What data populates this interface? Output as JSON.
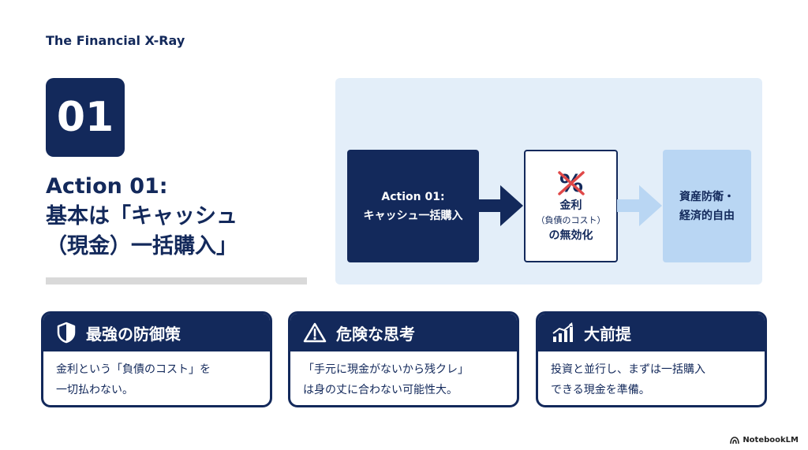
{
  "header": {
    "brand": "The Financial X-Ray"
  },
  "hero": {
    "number": "01",
    "title_line1": "Action 01:",
    "title_line2": "基本は「キャッシュ",
    "title_line3": "（現金）一括購入」"
  },
  "flow": {
    "box1": {
      "line1": "Action 01:",
      "line2": "キャッシュ一括購入"
    },
    "box2": {
      "icon": "crossed-percent-icon",
      "line1": "金利",
      "line2": "（負債のコスト）",
      "line3": "の無効化"
    },
    "box3": {
      "line1": "資産防衛・",
      "line2": "経済的自由"
    }
  },
  "cards": [
    {
      "icon": "shield-icon",
      "title": "最強の防御策",
      "line1": "金利という「負債のコスト」を",
      "line2": "一切払わない。"
    },
    {
      "icon": "warning-icon",
      "title": "危険な思考",
      "line1": "「手元に現金がないから残クレ」",
      "line2": "は身の丈に合わない可能性大。"
    },
    {
      "icon": "growth-chart-icon",
      "title": "大前提",
      "line1": "投資と並行し、まずは一括購入",
      "line2": "できる現金を準備。"
    }
  ],
  "footer": {
    "logo_text": "NotebookLM"
  },
  "colors": {
    "navy": "#13295b",
    "panel": "#e3eef9",
    "light_blue": "#b9d6f3",
    "accent_red": "#e04848"
  }
}
